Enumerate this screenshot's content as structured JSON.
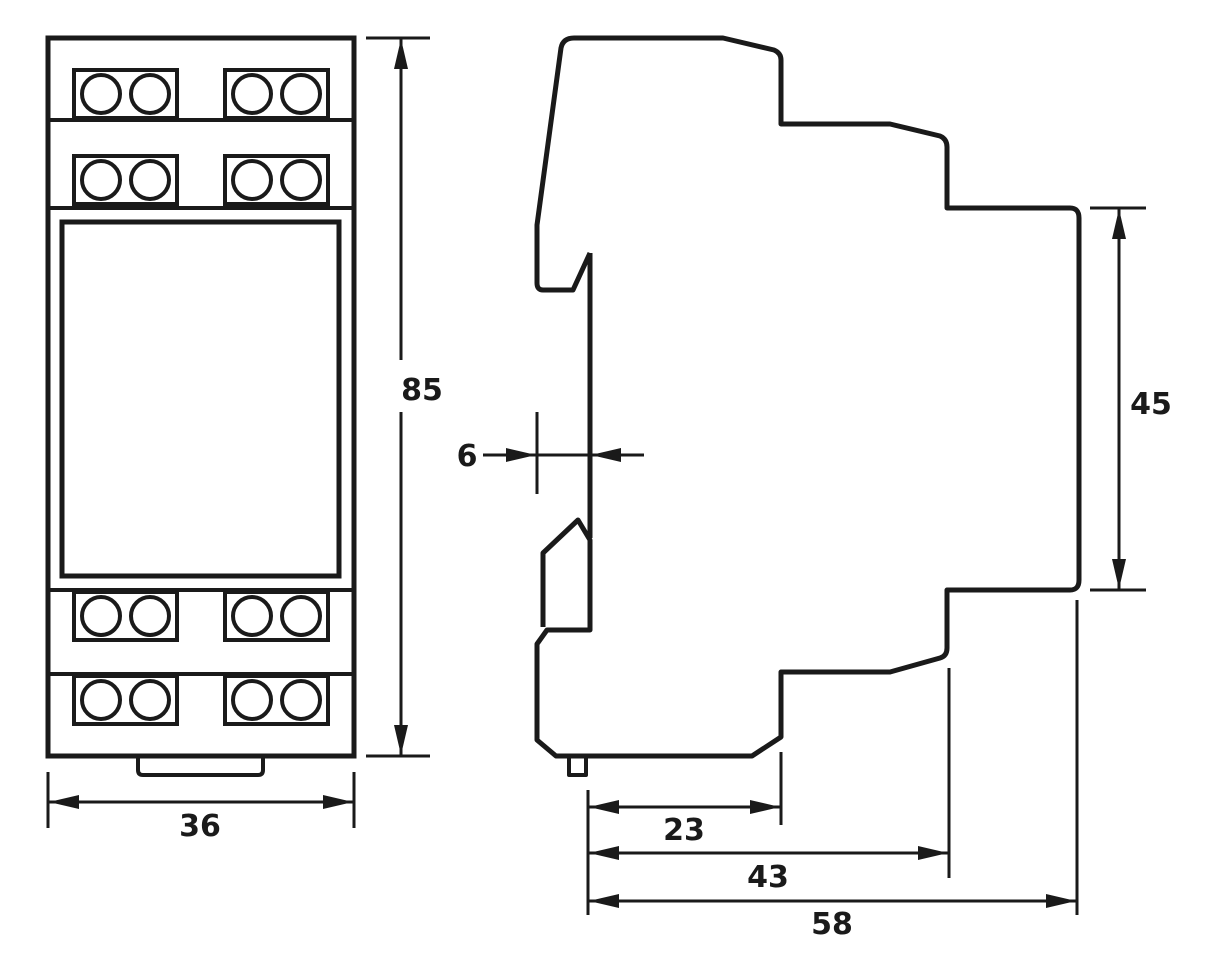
{
  "dimensions": {
    "width_front": "36",
    "height_total": "85",
    "height_front": "45",
    "rail_offset": "6",
    "depth_23": "23",
    "depth_43": "43",
    "depth_58": "58"
  },
  "colors": {
    "line": "#1a1a1a",
    "background": "#ffffff"
  }
}
